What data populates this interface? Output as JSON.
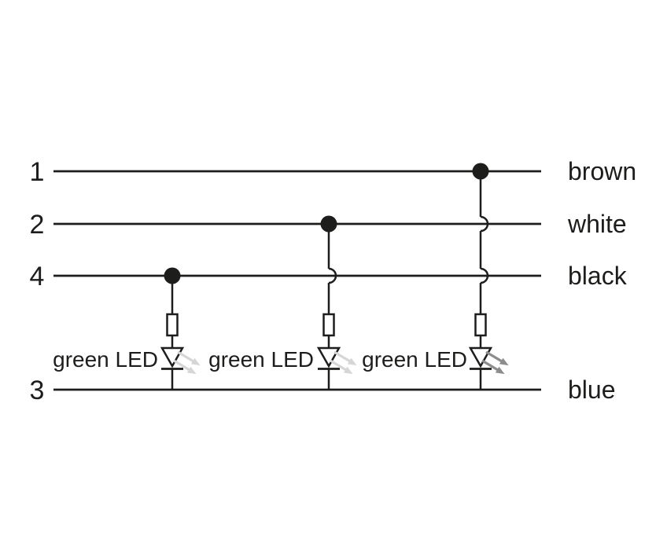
{
  "wires": [
    {
      "pin": "1",
      "color_label": "brown"
    },
    {
      "pin": "2",
      "color_label": "white"
    },
    {
      "pin": "4",
      "color_label": "black"
    },
    {
      "pin": "3",
      "color_label": "blue"
    }
  ],
  "branches": [
    {
      "label": "green LED",
      "from_pin": "4",
      "to_pin": "3",
      "components": [
        "resistor",
        "led"
      ]
    },
    {
      "label": "green LED",
      "from_pin": "2",
      "to_pin": "3",
      "components": [
        "resistor",
        "led"
      ]
    },
    {
      "label": "green LED",
      "from_pin": "1",
      "to_pin": "3",
      "components": [
        "resistor",
        "led"
      ]
    }
  ],
  "colors": {
    "line": "#1d1d1b",
    "background": "#ffffff",
    "led_ray_faint": "#d6d6d6",
    "led_ray_strong": "#8c8c8c"
  }
}
